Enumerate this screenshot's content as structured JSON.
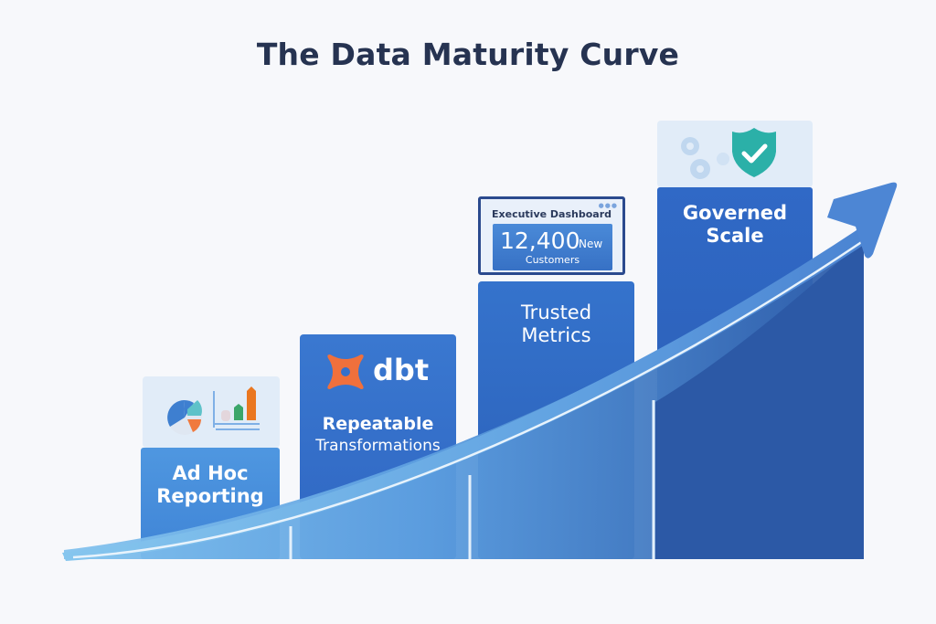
{
  "title": "The Data Maturity Curve",
  "stages": [
    {
      "id": "ad-hoc",
      "label_line1": "Ad Hoc",
      "label_line2": "Reporting",
      "icon": "pie-and-bar-chart-icon"
    },
    {
      "id": "repeatable",
      "brand": "dbt",
      "label_line1": "Repeatable",
      "label_line2": "Transformations",
      "icon": "dbt-logo-icon"
    },
    {
      "id": "trusted",
      "label_line1": "Trusted",
      "label_line2": "Metrics",
      "icon": "executive-dashboard-icon"
    },
    {
      "id": "governed",
      "label_line1": "Governed",
      "label_line2": "Scale",
      "icon": "shield-check-icon"
    }
  ],
  "dashboard": {
    "title": "Executive Dashboard",
    "value": "12,400",
    "value_suffix": "New",
    "caption": "Customers"
  },
  "colors": {
    "title": "#263351",
    "stage1": "#4d93dd",
    "stage2": "#3470cc",
    "stage3": "#2f68c4",
    "stage4": "#2c5fb8",
    "curve": "#6faee6",
    "arrow": "#4d86d4",
    "dbt_orange": "#f0703c",
    "shield": "#2bb0a8"
  }
}
